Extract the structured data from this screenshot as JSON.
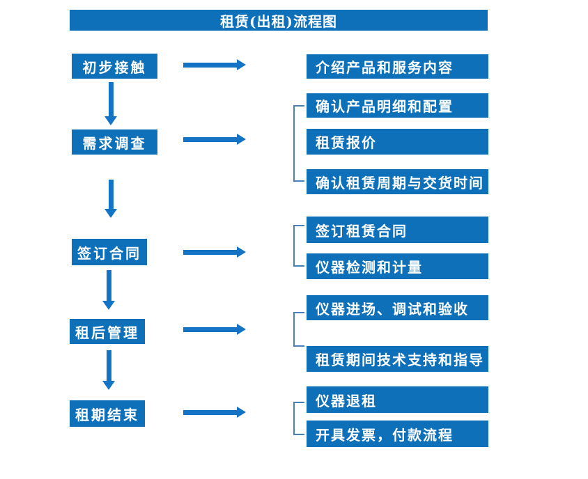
{
  "title": "租赁(出租)流程图",
  "colors": {
    "box_blue": "#0D70B9",
    "arrow_blue": "#1373C4",
    "bracket_blue": "#4A7FB9",
    "text_white": "#FFFFFF",
    "background": "#FFFFFF"
  },
  "steps": [
    {
      "label": "初步接触",
      "details": [
        "介绍产品和服务内容"
      ]
    },
    {
      "label": "需求调查",
      "details": [
        "确认产品明细和配置",
        "租赁报价",
        "确认租赁周期与交货时间"
      ]
    },
    {
      "label": "签订合同",
      "details": [
        "签订租赁合同",
        "仪器检测和计量"
      ]
    },
    {
      "label": "租后管理",
      "details": [
        "仪器进场、调试和验收",
        "租赁期间技术支持和指导"
      ]
    },
    {
      "label": "租期结束",
      "details": [
        "仪器退租",
        "开具发票，付款流程"
      ]
    }
  ]
}
